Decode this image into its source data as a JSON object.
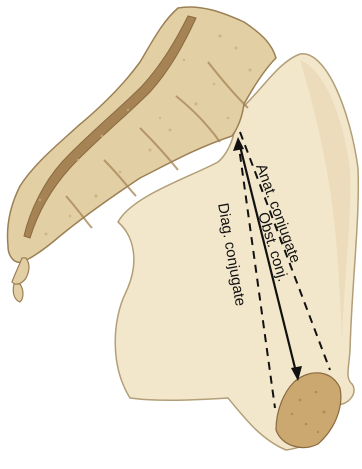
{
  "labels": {
    "anat": "Anat. conjugate",
    "obst": "Obst. conj.",
    "diag": "Diag. conjugate"
  },
  "colors": {
    "pelvis_fill": "#f3e7cb",
    "pelvis_outline": "#b29f78",
    "sacrum_bone": "#e2cfa4",
    "sacrum_shadow": "#b79f72",
    "canal": "#a58354",
    "symphysis": "#caa86f",
    "line": "#111111"
  }
}
